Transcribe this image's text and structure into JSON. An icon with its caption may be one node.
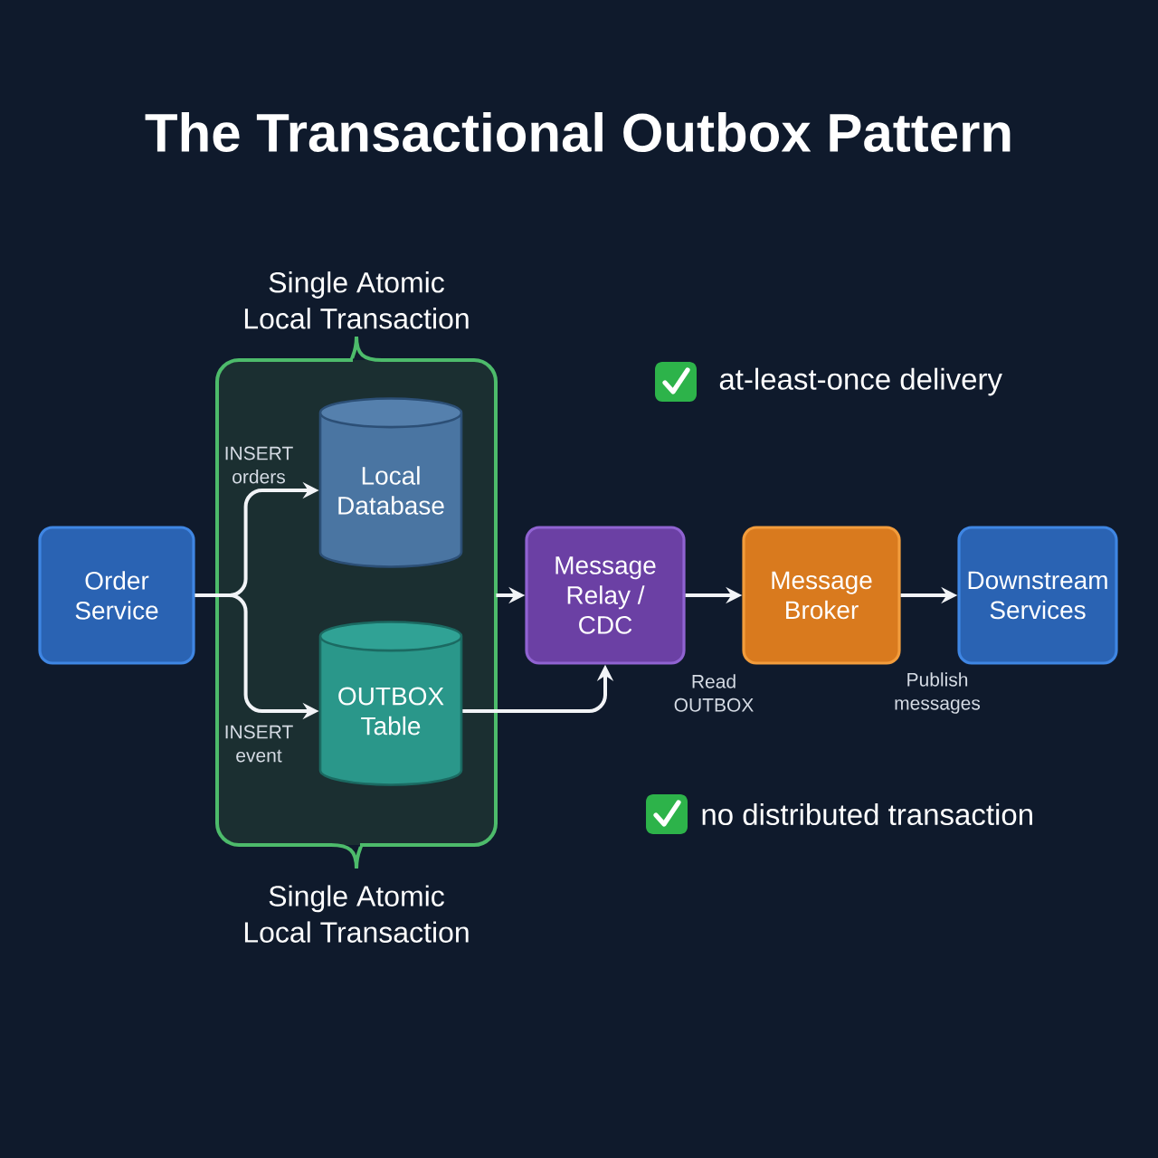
{
  "diagram": {
    "title": "The Transactional Outbox Pattern",
    "nodes": [
      {
        "text": [
          "Order Service"
        ]
      },
      {
        "text": [
          "Single Atomic Local Transaction",
          "Single Atomic Local Transaction"
        ]
      },
      {
        "text": [
          "Local Database"
        ],
        "in": 1
      },
      {
        "text": [
          "OUTBOX Table"
        ],
        "in": 1
      },
      {
        "text": [
          "Message Relay / CDC"
        ]
      },
      {
        "text": [
          "Message Broker"
        ]
      },
      {
        "text": [
          "Downstream Services"
        ]
      }
    ],
    "edges": [
      {
        "from": 0,
        "to": 2,
        "arrow": "to",
        "label": "INSERT orders"
      },
      {
        "from": 0,
        "to": 3,
        "arrow": "to",
        "label": "INSERT event"
      },
      {
        "from": 1,
        "to": 4,
        "arrow": "to"
      },
      {
        "from": 3,
        "to": 4,
        "arrow": "to"
      },
      {
        "from": 4,
        "to": 5,
        "arrow": "to",
        "label": "Read OUTBOX"
      },
      {
        "from": 5,
        "to": 6,
        "arrow": "to",
        "label": "Publish messages"
      }
    ],
    "labels": [
      "at-least-once delivery",
      "no distributed transaction"
    ]
  }
}
